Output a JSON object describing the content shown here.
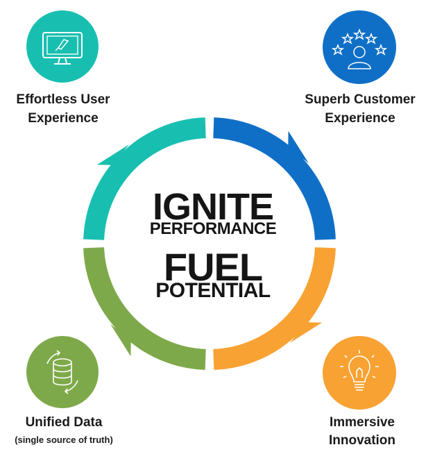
{
  "center": {
    "line1": "IGNITE",
    "line2": "PERFORMANCE",
    "line3": "FUEL",
    "line4": "POTENTIAL"
  },
  "quadrants": [
    {
      "id": "top-left",
      "color": "#18BFB0",
      "title_line1": "Effortless User",
      "title_line2": "Experience",
      "icon": "monitor-rocket-icon"
    },
    {
      "id": "top-right",
      "color": "#0F6FC6",
      "title_line1": "Superb Customer",
      "title_line2": "Experience",
      "icon": "customer-stars-icon"
    },
    {
      "id": "bottom-right",
      "color": "#F8A233",
      "title_line1": "Immersive",
      "title_line2": "Innovation",
      "icon": "lightbulb-icon"
    },
    {
      "id": "bottom-left",
      "color": "#7EA94A",
      "title_line1": "Unified Data",
      "title_line2": "(single source of truth)",
      "icon": "database-cycle-icon"
    }
  ]
}
